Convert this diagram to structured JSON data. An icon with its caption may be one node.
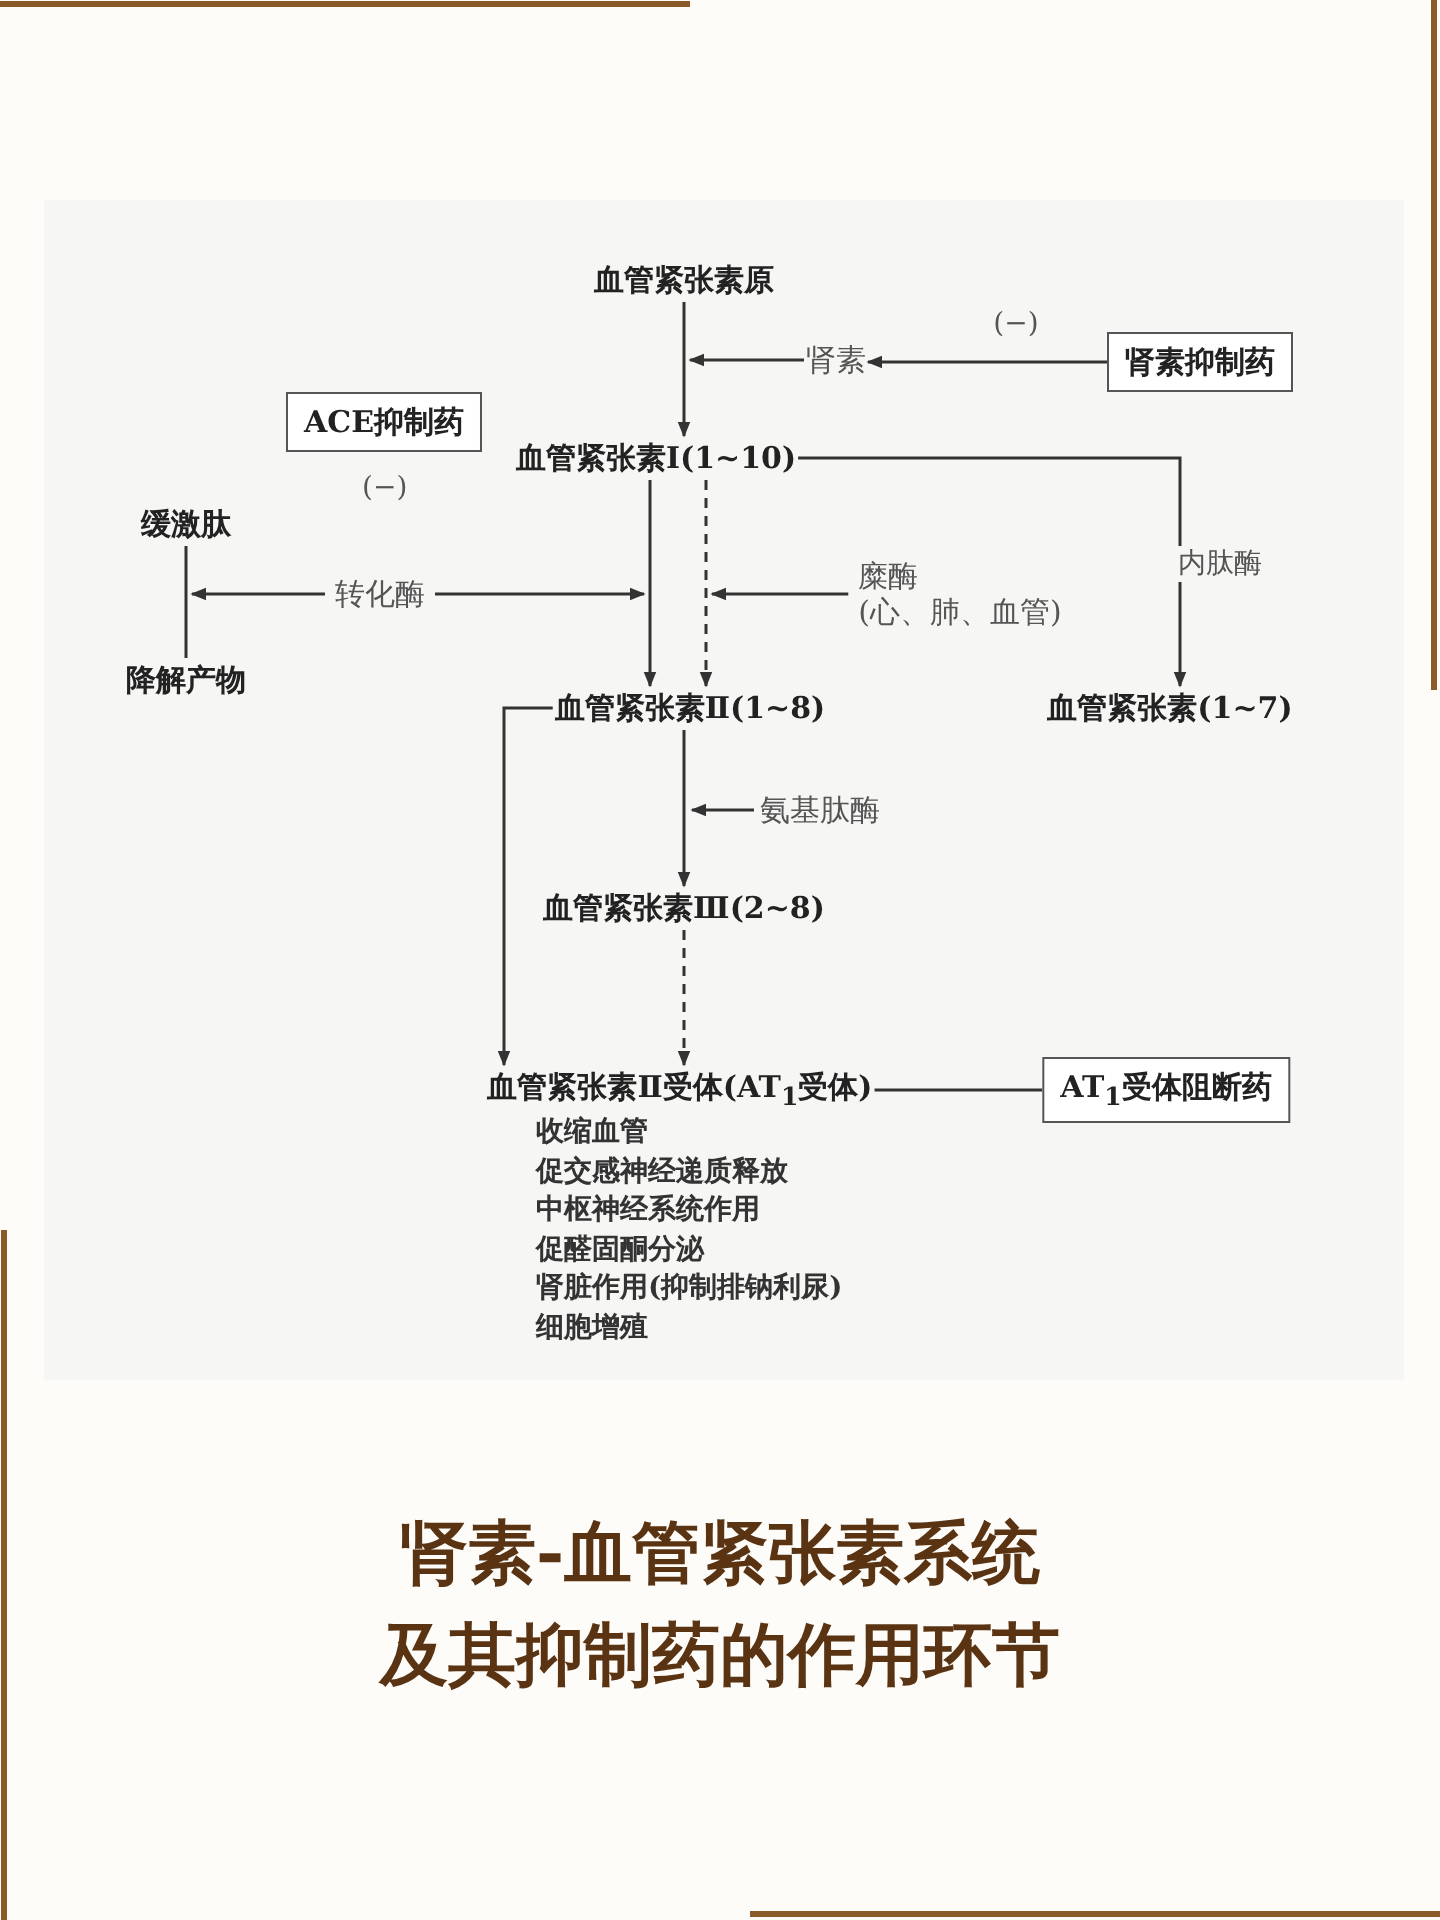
{
  "diagram": {
    "caption": "肾素-血管紧张素系统及其抑制药的作用环节",
    "nodes": [
      {
        "text": [
          "血管紧张素原"
        ]
      },
      {
        "text": [
          "肾素"
        ]
      },
      {
        "text": [
          "肾素抑制药"
        ]
      },
      {
        "text": [
          "ACE抑制药"
        ],
        "beside": [
          "(−)"
        ]
      },
      {
        "text": [
          "血管紧张素Ⅰ(1~10)"
        ]
      },
      {
        "text": [
          "缓激肽"
        ]
      },
      {
        "text": [
          "降解产物"
        ]
      },
      {
        "text": [
          "转化酶"
        ]
      },
      {
        "text": [
          "糜酶",
          "(心、肺、血管)"
        ]
      },
      {
        "text": [
          "血管紧张素Ⅱ(1~8)"
        ]
      },
      {
        "text": [
          "血管紧张素(1~7)"
        ]
      },
      {
        "text": [
          "氨基肽酶"
        ]
      },
      {
        "text": [
          "血管紧张素Ⅲ(2~8)"
        ]
      },
      {
        "text": [
          "血管紧张素Ⅱ受体(AT$_{1}$受体)"
        ],
        "beside": [
          "收缩血管",
          "促交感神经递质释放",
          "中枢神经系统作用",
          "促醛固酮分泌",
          "肾脏作用(抑制排钠利尿)",
          "细胞增殖"
        ]
      },
      {
        "text": [
          "AT$_{1}$受体阻断药"
        ]
      }
    ],
    "edges": [
      {
        "from": 0,
        "to": 4,
        "arrow": "to"
      },
      {
        "from": 1,
        "to": 0,
        "arrow": "to"
      },
      {
        "from": 2,
        "to": 1,
        "arrow": "to",
        "label": "(−)"
      },
      {
        "from": 4,
        "to": 9,
        "arrow": "to"
      },
      {
        "from": 4,
        "to": 9,
        "arrow": "to",
        "style": "dashed"
      },
      {
        "from": 5,
        "to": 6,
        "arrow": "none"
      },
      {
        "from": 7,
        "to": 5,
        "arrow": "to"
      },
      {
        "from": 7,
        "to": 9,
        "arrow": "to"
      },
      {
        "from": 8,
        "to": 9,
        "arrow": "to"
      },
      {
        "from": 4,
        "to": 10,
        "arrow": "to",
        "label": "内肽酶"
      },
      {
        "from": 9,
        "to": 12,
        "arrow": "to"
      },
      {
        "from": 11,
        "to": null,
        "arrow": "to"
      },
      {
        "from": 9,
        "to": 13,
        "arrow": "to"
      },
      {
        "from": 12,
        "to": 13,
        "arrow": "to",
        "style": "dashed"
      },
      {
        "from": 13,
        "to": 14,
        "arrow": "none"
      }
    ]
  }
}
